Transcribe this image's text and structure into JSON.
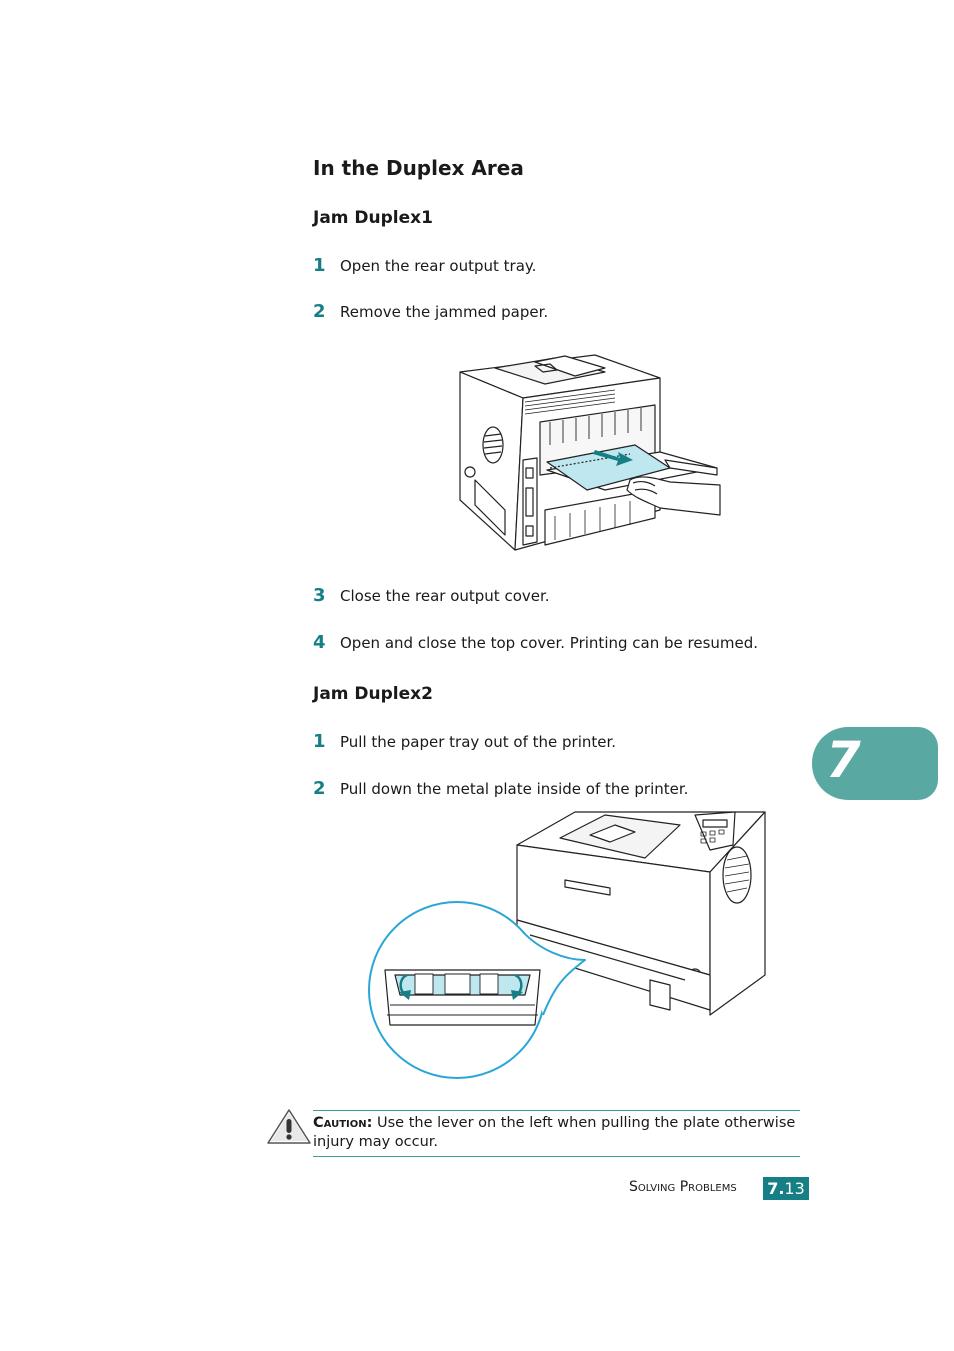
{
  "section_title": "In the Duplex Area",
  "duplex1": {
    "title": "Jam Duplex1",
    "steps": [
      {
        "num": "1",
        "text": "Open the rear output tray."
      },
      {
        "num": "2",
        "text": "Remove the jammed paper."
      },
      {
        "num": "3",
        "text": "Close the rear output cover."
      },
      {
        "num": "4",
        "text": "Open and close the top cover. Printing can be resumed."
      }
    ]
  },
  "duplex2": {
    "title": "Jam Duplex2",
    "steps": [
      {
        "num": "1",
        "text": "Pull the paper tray out of the printer."
      },
      {
        "num": "2",
        "text": "Pull down the metal plate inside of the printer."
      }
    ]
  },
  "chapter_tab": "7",
  "caution": {
    "label": "Caution:",
    "text": " Use the lever on the left when pulling the plate otherwise injury may occur."
  },
  "footer": {
    "title": "Solving Problems",
    "chapter": "7.",
    "page": "13"
  },
  "colors": {
    "accent": "#167f86",
    "tab": "#5aa8a2",
    "rule": "#3f9b9e",
    "paper": "#bfe7ef"
  }
}
